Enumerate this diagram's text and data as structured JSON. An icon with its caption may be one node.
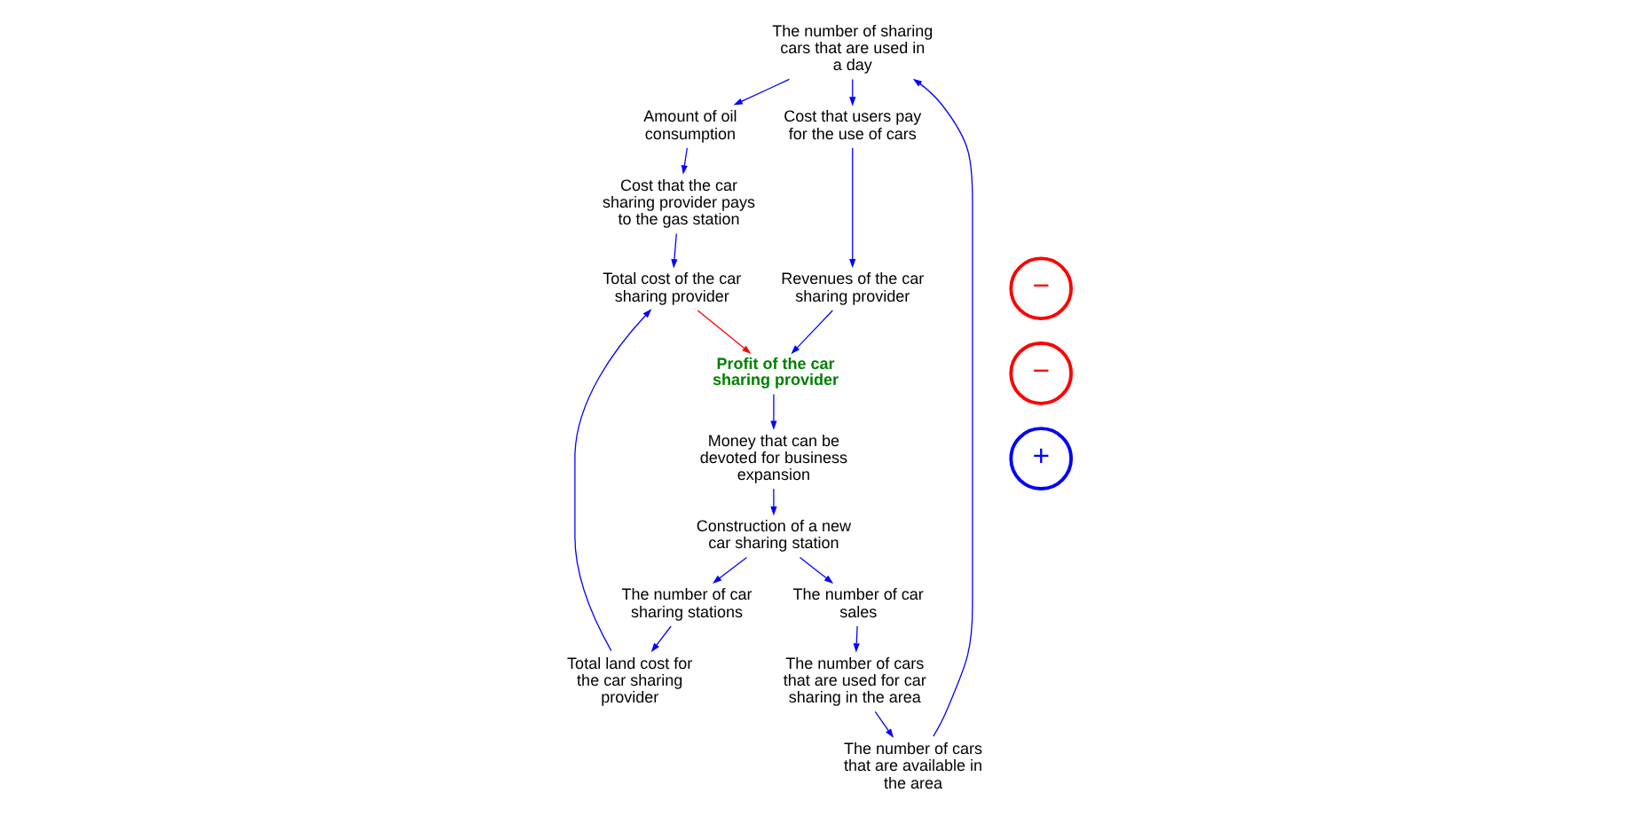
{
  "diagram": {
    "nodes": [
      {
        "text": [
          "The number of sharing cars that are used in a day"
        ]
      },
      {
        "text": [
          "The number of cars that are available in the area"
        ]
      },
      {
        "text": [
          "Amount of oil consumption"
        ]
      },
      {
        "text": [
          "Cost that users pay for the use of cars"
        ]
      },
      {
        "text": [
          "Revenues of the car sharing provider"
        ]
      },
      {
        "text": [
          "Money that can be devoted for business expansion"
        ]
      },
      {
        "text": [
          "The number of cars that are used for car sharing in the area"
        ]
      },
      {
        "text": [
          "Cost that the car sharing provider pays to the gas station"
        ]
      },
      {
        "text": [
          "Profit of the car sharing provider"
        ]
      },
      {
        "text": [
          "Construction of a new car sharing station"
        ]
      },
      {
        "text": [
          "The number of car sales"
        ]
      },
      {
        "text": [
          "The number of car sharing stations"
        ]
      },
      {
        "text": [
          "Total cost of the car sharing provider"
        ]
      },
      {
        "text": [
          "Total land cost for the car sharing provider"
        ]
      }
    ],
    "edges": [
      {
        "from": 1,
        "to": 0,
        "arrow": "to"
      },
      {
        "from": 0,
        "to": 2,
        "arrow": "to"
      },
      {
        "from": 0,
        "to": 3,
        "arrow": "to"
      },
      {
        "from": 3,
        "to": 4,
        "arrow": "to"
      },
      {
        "from": 2,
        "to": 7,
        "arrow": "to"
      },
      {
        "from": 4,
        "to": 8,
        "arrow": "to"
      },
      {
        "from": 8,
        "to": 5,
        "arrow": "to"
      },
      {
        "from": 5,
        "to": 9,
        "arrow": "to"
      },
      {
        "from": 9,
        "to": 11,
        "arrow": "to"
      },
      {
        "from": 9,
        "to": 10,
        "arrow": "to"
      },
      {
        "from": 10,
        "to": 6,
        "arrow": "to"
      },
      {
        "from": 6,
        "to": 1,
        "arrow": "to"
      },
      {
        "from": 11,
        "to": 13,
        "arrow": "to"
      },
      {
        "from": 13,
        "to": 12,
        "arrow": "to"
      },
      {
        "from": 7,
        "to": 12,
        "arrow": "to"
      },
      {
        "from": 12,
        "to": 8,
        "arrow": "to",
        "color": "#ff0000"
      }
    ],
    "labels": [
      "−",
      "+",
      "−"
    ]
  }
}
